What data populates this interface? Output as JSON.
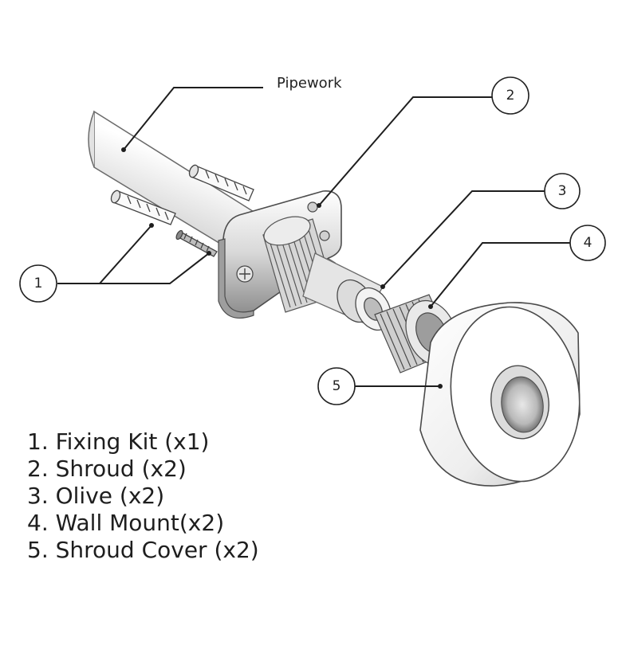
{
  "pipework_label": "Pipework",
  "callouts": [
    {
      "number": "1"
    },
    {
      "number": "2"
    },
    {
      "number": "3"
    },
    {
      "number": "4"
    },
    {
      "number": "5"
    }
  ],
  "parts_list": [
    "1. Fixing Kit (x1)",
    "2. Shroud (x2)",
    "3. Olive (x2)",
    "4. Wall Mount(x2)",
    "5. Shroud Cover (x2)"
  ]
}
